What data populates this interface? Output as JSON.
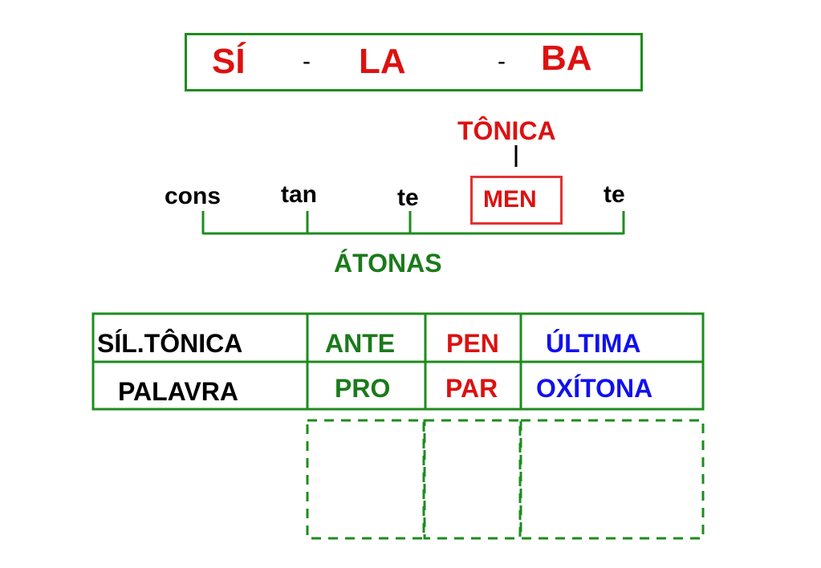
{
  "title_word": {
    "syllables": [
      "SÍ",
      "LA",
      "BA"
    ],
    "separator": "-"
  },
  "tonic_label": "TÔNICA",
  "word_syllables": [
    "cons",
    "tan",
    "te",
    "MEN",
    "te"
  ],
  "atonic_label": "ÁTONAS",
  "table": {
    "rows": [
      [
        "SÍL.TÔNICA",
        "ANTE",
        "PEN",
        "ÚLTIMA"
      ],
      [
        "PALAVRA",
        "PRO",
        "PAR",
        "OXÍTONA"
      ]
    ]
  },
  "colors": {
    "green": "#1b7a1b",
    "red": "#dd1111",
    "blue": "#1111ee",
    "box_green": "#1e8c1e",
    "box_red": "#e23333"
  }
}
